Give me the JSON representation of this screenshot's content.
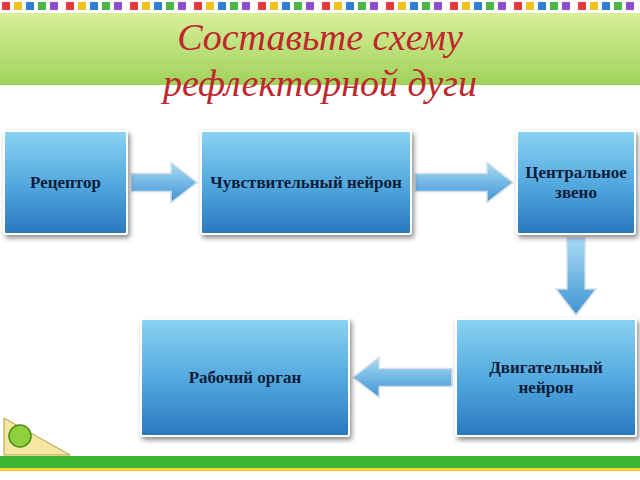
{
  "diagram": {
    "title": "Составьте схему рефлекторной дуги",
    "nodes": [
      {
        "text": [
          "Рецептор"
        ]
      },
      {
        "text": [
          "Чувствительный нейрон"
        ]
      },
      {
        "text": [
          "Центральное звено"
        ]
      },
      {
        "text": [
          "Рабочий орган"
        ]
      },
      {
        "text": [
          "Двигательный нейрон"
        ]
      }
    ],
    "edges": [
      {
        "from": 0,
        "to": 1,
        "arrow": "to"
      },
      {
        "from": 1,
        "to": 2,
        "arrow": "to"
      },
      {
        "from": 2,
        "to": 4,
        "arrow": "to"
      },
      {
        "from": 4,
        "to": 3,
        "arrow": "to"
      }
    ]
  }
}
